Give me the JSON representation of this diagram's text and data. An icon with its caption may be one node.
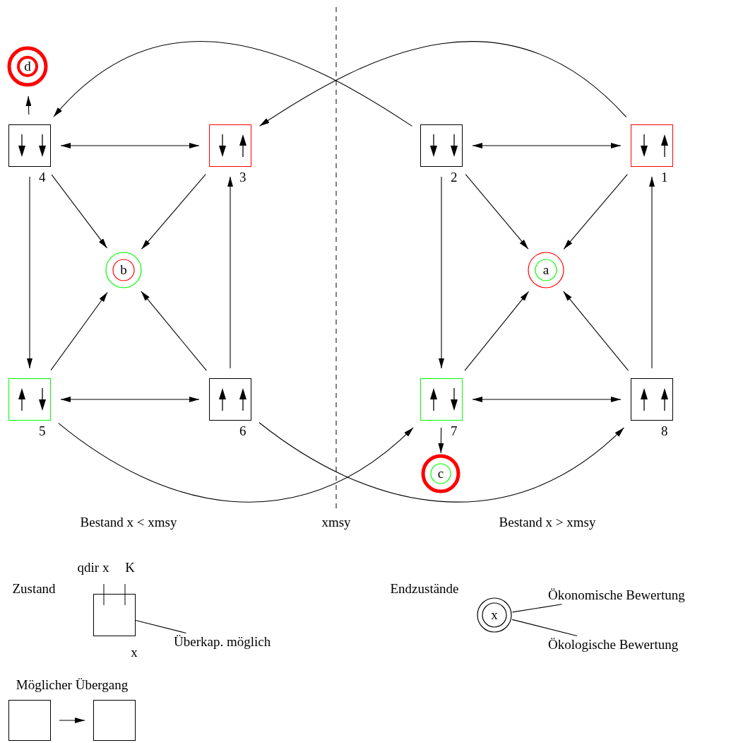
{
  "diagram": {
    "nodes": [
      {
        "text": [],
        "shape": "box",
        "beside": [
          "4"
        ]
      },
      {
        "text": [],
        "shape": "box",
        "beside": [
          "3"
        ]
      },
      {
        "text": [],
        "shape": "box",
        "beside": [
          "2"
        ]
      },
      {
        "text": [],
        "shape": "box",
        "beside": [
          "1"
        ]
      },
      {
        "text": [
          "b"
        ]
      },
      {
        "text": [
          "a"
        ]
      },
      {
        "text": [],
        "shape": "box",
        "beside": [
          "5"
        ]
      },
      {
        "text": [],
        "shape": "box",
        "beside": [
          "6"
        ]
      },
      {
        "text": [],
        "shape": "box",
        "beside": [
          "7"
        ]
      },
      {
        "text": [],
        "shape": "box",
        "beside": [
          "8"
        ]
      },
      {
        "text": [
          "d"
        ]
      },
      {
        "text": [
          "c"
        ]
      },
      {
        "text": [],
        "shape": "box"
      },
      {
        "text": [
          "Überkap. möglich"
        ]
      },
      {
        "text": [
          "x"
        ]
      },
      {
        "text": [
          "Ökonomische Bewertung"
        ]
      },
      {
        "text": [
          "Ökologische Bewertung"
        ]
      },
      {
        "text": [],
        "shape": "box"
      },
      {
        "text": [],
        "shape": "box"
      }
    ],
    "edges": [
      {
        "from": 0,
        "to": 10,
        "arrow": "to"
      },
      {
        "from": 0,
        "to": 1,
        "arrow": "both"
      },
      {
        "from": 2,
        "to": 3,
        "arrow": "both"
      },
      {
        "from": 0,
        "to": 4,
        "arrow": "to"
      },
      {
        "from": 1,
        "to": 4,
        "arrow": "to"
      },
      {
        "from": 2,
        "to": 5,
        "arrow": "to"
      },
      {
        "from": 3,
        "to": 5,
        "arrow": "to"
      },
      {
        "from": 0,
        "to": 6,
        "arrow": "to"
      },
      {
        "from": 7,
        "to": 1,
        "arrow": "to"
      },
      {
        "from": 6,
        "to": 4,
        "arrow": "to"
      },
      {
        "from": 7,
        "to": 4,
        "arrow": "to"
      },
      {
        "from": 8,
        "to": 5,
        "arrow": "to"
      },
      {
        "from": 9,
        "to": 5,
        "arrow": "to"
      },
      {
        "from": 2,
        "to": 8,
        "arrow": "to"
      },
      {
        "from": 9,
        "to": 3,
        "arrow": "to"
      },
      {
        "from": 6,
        "to": 7,
        "arrow": "both"
      },
      {
        "from": 8,
        "to": 9,
        "arrow": "both"
      },
      {
        "from": 8,
        "to": 11,
        "arrow": "to"
      },
      {
        "from": 2,
        "to": 0,
        "arrow": "to"
      },
      {
        "from": 3,
        "to": 1,
        "arrow": "to"
      },
      {
        "from": 6,
        "to": 8,
        "arrow": "to"
      },
      {
        "from": 7,
        "to": 9,
        "arrow": "to"
      },
      {
        "from": 13,
        "to": 12,
        "arrow": "none"
      },
      {
        "from": 15,
        "to": 14,
        "arrow": "none"
      },
      {
        "from": 16,
        "to": 14,
        "arrow": "none"
      },
      {
        "from": 17,
        "to": 18,
        "arrow": "to"
      }
    ],
    "labels": [
      "Bestand x < xmsy",
      "xmsy",
      "Bestand x > xmsy",
      "Zustand",
      "qdir x",
      "K",
      "x",
      "Endzustände",
      "Möglicher Übergang"
    ]
  }
}
